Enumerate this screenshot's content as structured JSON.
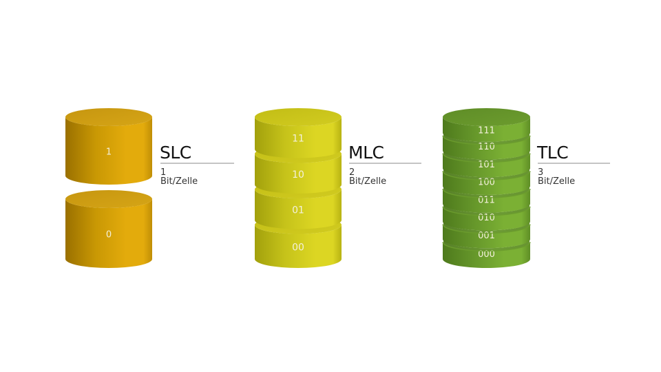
{
  "diagram": {
    "background": "#ffffff",
    "cells": [
      {
        "id": "slc",
        "title": "SLC",
        "subtitle": "1 Bit/Zelle",
        "bits_per_cell": 1,
        "colors": {
          "dark": "#9a7000",
          "mid": "#c99804",
          "bright": "#e3ab0c",
          "edge": "#c08e06",
          "top": "#c69610",
          "topLight": "#d6a516"
        },
        "layout": "split",
        "levels": [
          "1",
          "0"
        ]
      },
      {
        "id": "mlc",
        "title": "MLC",
        "subtitle": "2 Bit/Zelle",
        "bits_per_cell": 2,
        "colors": {
          "dark": "#a2a00c",
          "mid": "#c6c31a",
          "bright": "#dcd623",
          "edge": "#b8b312",
          "top": "#c2bd16",
          "topLight": "#d2cc20"
        },
        "layout": "stacked",
        "levels": [
          "11",
          "10",
          "01",
          "00"
        ]
      },
      {
        "id": "tlc",
        "title": "TLC",
        "subtitle": "3 Bit/Zelle",
        "bits_per_cell": 3,
        "colors": {
          "dark": "#4e7a1c",
          "mid": "#65962a",
          "bright": "#7bb034",
          "edge": "#5f8e26",
          "top": "#5f8d27",
          "topLight": "#6c9c2e"
        },
        "layout": "stacked",
        "levels": [
          "111",
          "110",
          "101",
          "100",
          "011",
          "010",
          "001",
          "000"
        ]
      }
    ]
  }
}
